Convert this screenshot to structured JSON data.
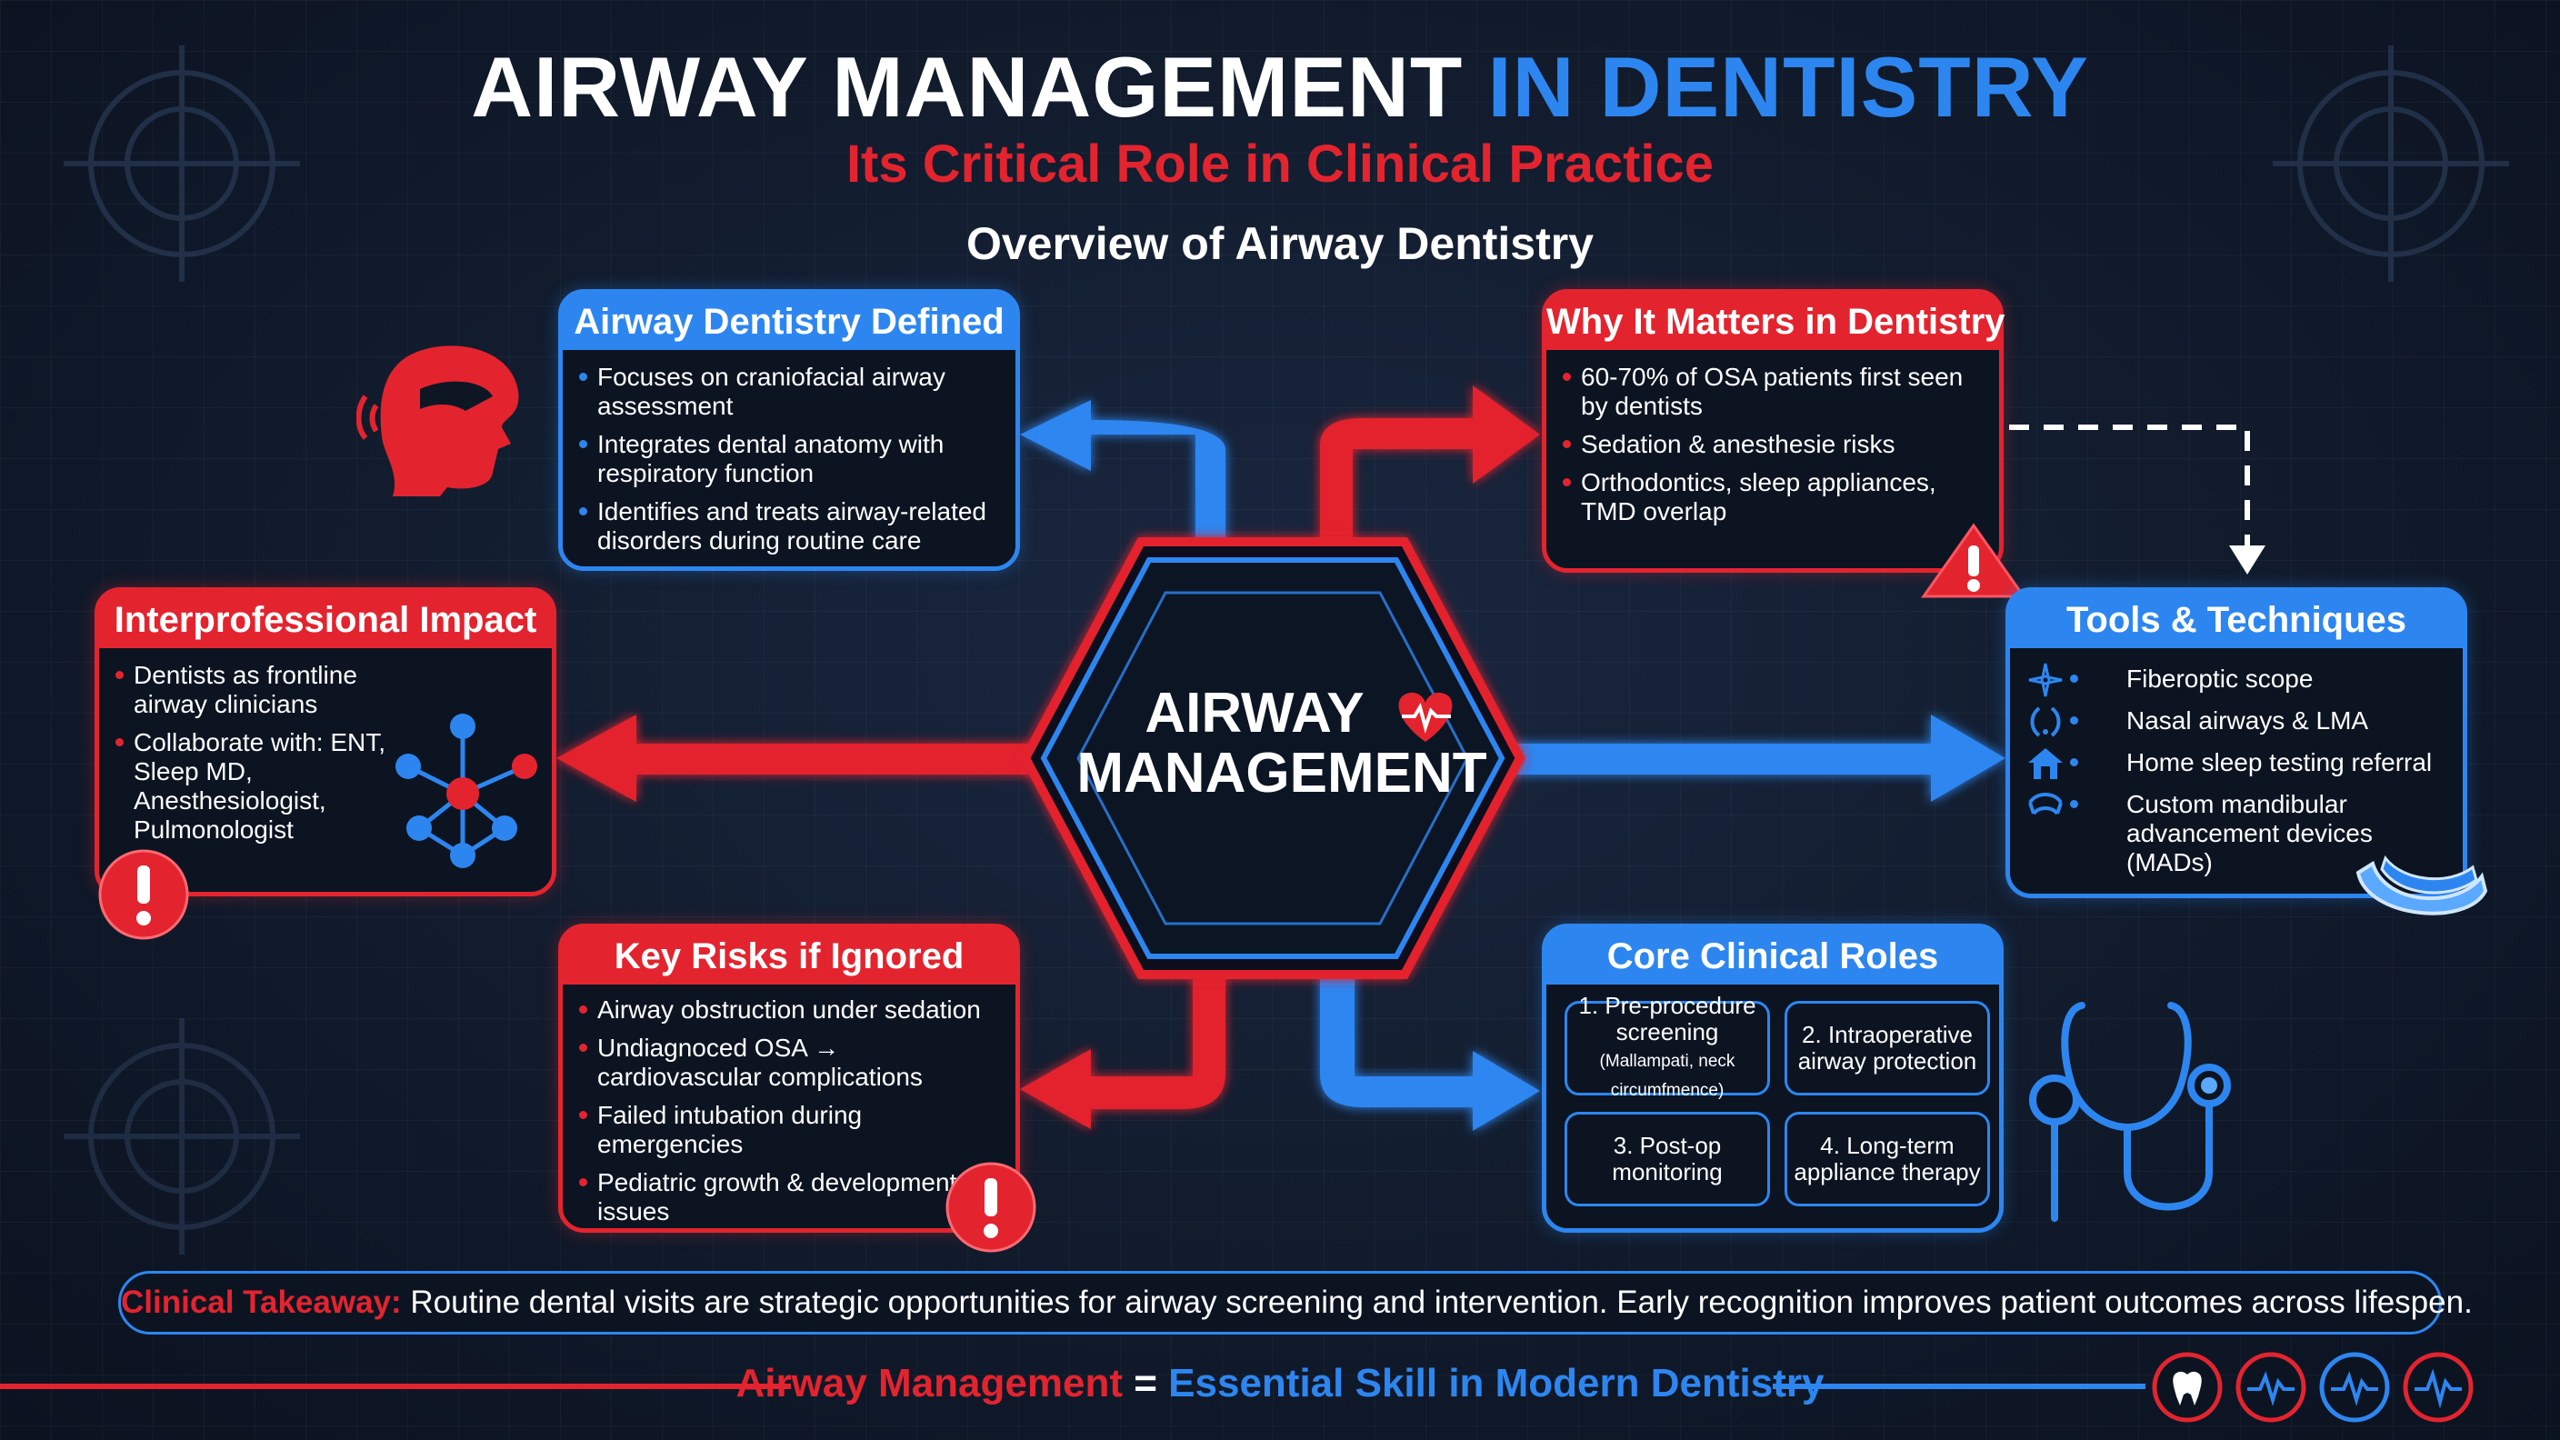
{
  "title": {
    "part1": "AIRWAY MANAGEMENT",
    "part2": "IN DENTISTRY"
  },
  "subtitle": "Its Critical Role in Clinical Practice",
  "overview": "Overview of Airway Dentistry",
  "center": {
    "line1": "AIRWAY",
    "line2": "MANAGEMENT"
  },
  "defined": {
    "title": "Airway Dentistry Defined",
    "items": [
      "Focuses on craniofacial airway assessment",
      "Integrates dental anatomy with respiratory function",
      "Identifies and treats airway-related disorders during routine care"
    ]
  },
  "why": {
    "title": "Why It Matters in Dentistry",
    "items": [
      "60-70% of OSA patients first seen by dentists",
      "Sedation & anesthesie risks",
      "Orthodontics, sleep appliances, TMD overlap"
    ]
  },
  "interprofessional": {
    "title": "Interprofessional Impact",
    "items": [
      "Dentists as frontline airway clinicians",
      "Collaborate with: ENT, Sleep MD, Anesthesiologist, Pulmonologist"
    ]
  },
  "tools": {
    "title": "Tools & Techniques",
    "items": [
      {
        "label": "Fiberoptic scope",
        "icon": "scope-icon"
      },
      {
        "label": "Nasal airways & LMA",
        "icon": "nasal-airway-icon"
      },
      {
        "label": "Home sleep testing referral",
        "icon": "home-icon"
      },
      {
        "label": "Custom mandibular advancement devices (MADs)",
        "icon": "mouthguard-icon"
      }
    ]
  },
  "risks": {
    "title": "Key Risks if Ignored",
    "items": [
      "Airway obstruction under sedation",
      "Undiagnoced OSA → cardiovascular complications",
      "Failed intubation during emergencies",
      "Pediatric growth & development issues"
    ]
  },
  "roles": {
    "title": "Core Clinical Roles",
    "r1": "1. Pre-procedure screening",
    "r1_note": "(Mallampati, neck circumfmence)",
    "r2": "2. Intraoperative airway protection",
    "r3": "3. Post-op monitoring",
    "r4": "4. Long-term appliance therapy"
  },
  "takeaway": {
    "label": "Clinical Takeaway:",
    "text": "Routine dental visits are strategic opportunities for airway screening and intervention. Early recognition improves patient outcomes across lifespen."
  },
  "footer": {
    "left": "Airway Management",
    "eq": "=",
    "right": "Essential Skill in Modern Dentistry"
  },
  "colors": {
    "red": "#e3242f",
    "blue": "#2d86f0",
    "background": "#0e1624"
  }
}
